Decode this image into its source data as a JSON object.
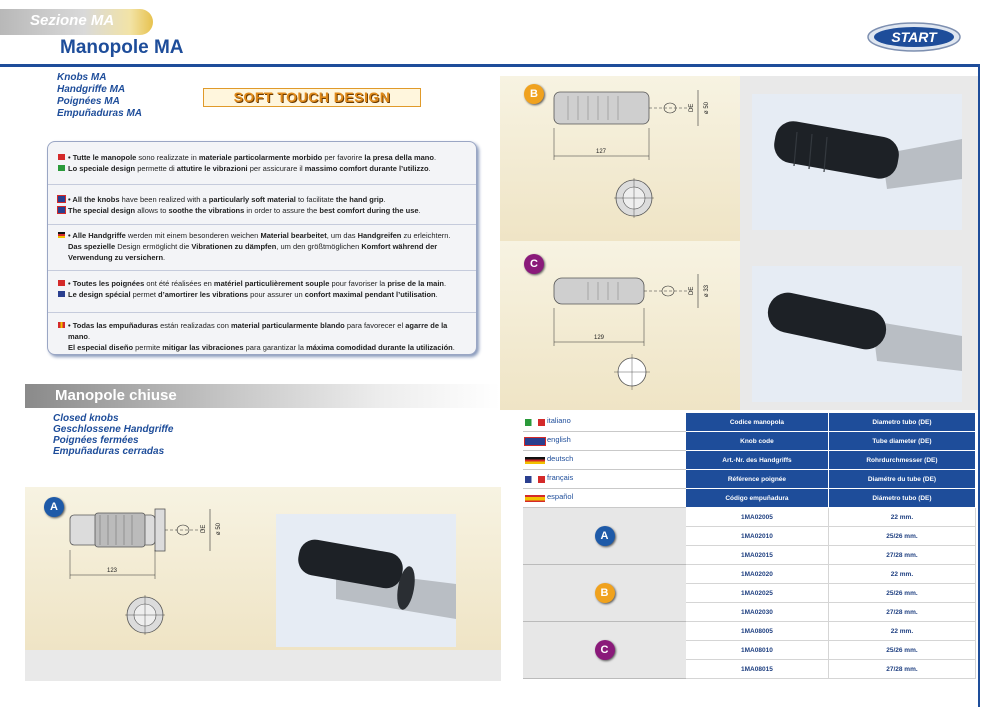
{
  "header": {
    "section_label": "Sezione MA",
    "title": "Manopole MA",
    "logo_text": "START"
  },
  "knobs_titles": [
    "Knobs MA",
    "Handgriffe MA",
    "Poignées MA",
    "Empuñaduras MA"
  ],
  "soft_touch": "SOFT TOUCH DESIGN",
  "descriptions": {
    "it": [
      {
        "parts": [
          "• Tutte le manopole",
          " sono realizzate in ",
          "materiale particolarmente morbido",
          " per favorire ",
          "la presa della mano",
          "."
        ]
      },
      {
        "parts": [
          "Lo speciale design",
          " permette di ",
          "attutire le vibrazioni",
          " per assicurare il ",
          "massimo comfort durante l’utilizzo",
          "."
        ]
      }
    ],
    "en": [
      {
        "parts": [
          "• All the knobs",
          " have been realized with a ",
          "particularly soft material",
          " to facilitate ",
          "the hand grip",
          "."
        ]
      },
      {
        "parts": [
          "The special design",
          " allows to ",
          "soothe the vibrations",
          " in order to assure the ",
          "best comfort during the use",
          "."
        ]
      }
    ],
    "de": [
      {
        "parts": [
          "• Alle Handgriffe",
          " werden mit einem besonderen weichen ",
          "Material bearbeitet",
          ", um das ",
          "Handgreifen",
          " zu erleichtern."
        ]
      },
      {
        "parts": [
          "Das spezielle",
          " Design ermöglicht die ",
          "Vibrationen zu dämpfen",
          ", um den größtmöglichen ",
          "Komfort während der Verwendung zu versichern",
          "."
        ]
      }
    ],
    "fr": [
      {
        "parts": [
          "• Toutes les poignées",
          " ont été réalisées en ",
          "matériel particulièrement souple",
          " pour favoriser la ",
          "prise de la main",
          "."
        ]
      },
      {
        "parts": [
          "Le design spécial",
          " permet ",
          "d’amortirer les vibrations",
          " pour assurer un ",
          "confort maximal pendant l’utilisation",
          "."
        ]
      }
    ],
    "es": [
      {
        "parts": [
          "• Todas las empuñaduras",
          " están realizadas con ",
          "material particularmente blando",
          " para favorecer el ",
          "agarre de la mano",
          "."
        ]
      },
      {
        "parts": [
          "El especial diseño",
          " permite ",
          "mitigar las vibraciones",
          " para garantizar la ",
          "máxima comodidad durante la utilización",
          "."
        ]
      }
    ]
  },
  "section2": {
    "title": "Manopole chiuse",
    "subtitles": [
      "Closed knobs",
      "Geschlossene Handgriffe",
      "Poignées fermées",
      "Empuñaduras cerradas"
    ]
  },
  "drawings": {
    "A": {
      "badge": "A",
      "length": "123",
      "diameter": "ø 50",
      "de": "DE"
    },
    "B": {
      "badge": "B",
      "length": "127",
      "diameter": "ø 50",
      "de": "DE"
    },
    "C": {
      "badge": "C",
      "length": "129",
      "diameter": "ø 33",
      "de": "DE"
    }
  },
  "table": {
    "header_rows": [
      {
        "lang": "italiano",
        "code": "Codice manopola",
        "diam": "Diametro tubo (DE)"
      },
      {
        "lang": "english",
        "code": "Knob code",
        "diam": "Tube diameter (DE)"
      },
      {
        "lang": "deutsch",
        "code": "Art.-Nr. des Handgriffs",
        "diam": "Rohrdurchmesser (DE)"
      },
      {
        "lang": "français",
        "code": "Référence poignée",
        "diam": "Diamétre du tube (DE)"
      },
      {
        "lang": "español",
        "code": "Código empuñadura",
        "diam": "Diámetro tubo (DE)"
      }
    ],
    "groups": [
      {
        "badge": "A",
        "rows": [
          {
            "code": "1MA02005",
            "diam": "22 mm."
          },
          {
            "code": "1MA02010",
            "diam": "25/26 mm."
          },
          {
            "code": "1MA02015",
            "diam": "27/28 mm."
          }
        ]
      },
      {
        "badge": "B",
        "rows": [
          {
            "code": "1MA02020",
            "diam": "22 mm."
          },
          {
            "code": "1MA02025",
            "diam": "25/26 mm."
          },
          {
            "code": "1MA02030",
            "diam": "27/28 mm."
          }
        ]
      },
      {
        "badge": "C",
        "rows": [
          {
            "code": "1MA08005",
            "diam": "22 mm."
          },
          {
            "code": "1MA08010",
            "diam": "25/26 mm."
          },
          {
            "code": "1MA08015",
            "diam": "27/28 mm."
          }
        ]
      }
    ]
  },
  "colors": {
    "brand_blue": "#1e4d9a",
    "badge_A": "#1e5aa8",
    "badge_B": "#f0a21e",
    "badge_C": "#8a1a7a",
    "soft_touch_orange": "#e08a1a"
  }
}
